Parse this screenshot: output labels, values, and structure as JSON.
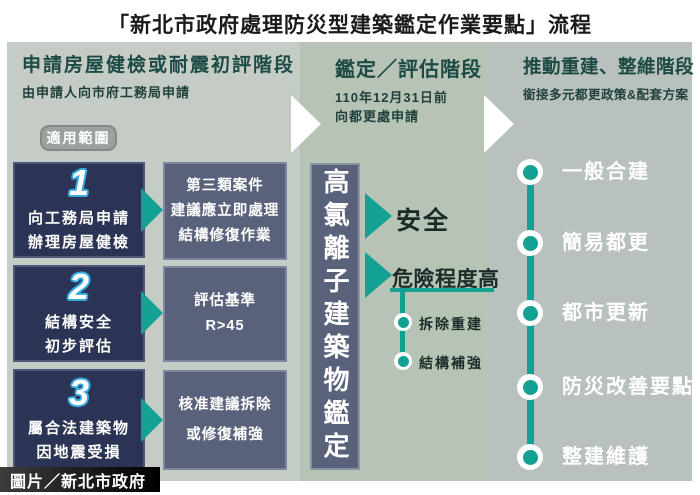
{
  "title": "「新北市政府處理防災型建築鑑定作業要點」流程",
  "colors": {
    "accent_teal": "#12a192",
    "navy_box": "#2b3455",
    "slate_box": "#5a627b",
    "header_text": "#1d4a45",
    "col_left_bg": "#c5ccc6",
    "col_mid_bg": "#b7c3b4",
    "col_right_bg": "#b8c1bd",
    "number_outline_blue": "#35a8de"
  },
  "stage1": {
    "header": "申請房屋健檢或耐震初評階段",
    "subtitle": "由申請人向市府工務局申請",
    "badge": "適用範圍",
    "steps": [
      {
        "num": "1",
        "lines": [
          "向工務局申請",
          "辦理房屋健檢"
        ]
      },
      {
        "num": "2",
        "lines": [
          "結構安全",
          "初步評估"
        ]
      },
      {
        "num": "3",
        "lines": [
          "屬合法建築物",
          "因地震受損"
        ]
      }
    ],
    "results": [
      {
        "lines": [
          "第三類案件",
          "建議應立即處理",
          "結構修復作業"
        ]
      },
      {
        "lines": [
          "評估基準",
          "R>45"
        ]
      },
      {
        "lines": [
          "核准建議拆除",
          "或修復補強"
        ]
      }
    ]
  },
  "stage2": {
    "header": "鑑定／評估階段",
    "subtitle_line1": "110年12月31日前",
    "subtitle_line2": "向都更處申請",
    "assessment_box": "高氯離子建築物鑑定",
    "outcome_safe": "安全",
    "outcome_danger": "危險程度高",
    "danger_options": [
      "拆除重建",
      "結構補強"
    ]
  },
  "stage3": {
    "header": "推動重建、整維階段",
    "subtitle": "銜接多元都更政策&配套方案",
    "options": [
      "一般合建",
      "簡易都更",
      "都市更新",
      "防災改善要點",
      "整建維護"
    ]
  },
  "credit": "圖片／新北市政府"
}
